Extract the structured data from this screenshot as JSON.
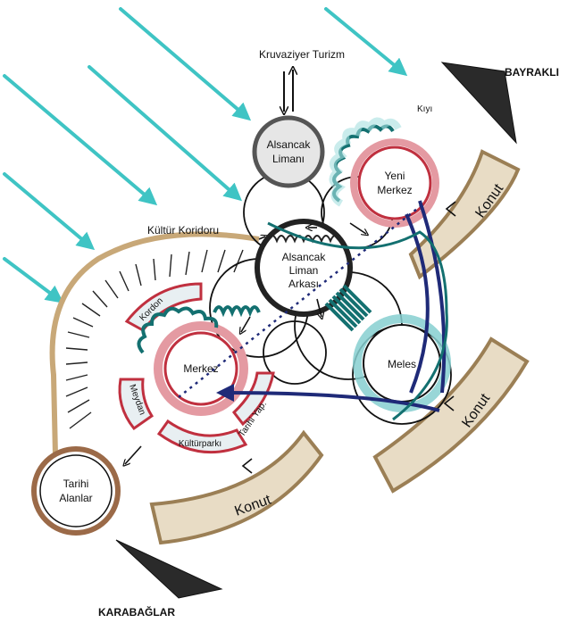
{
  "labels": {
    "bayrakli": "BAYRAKLI",
    "karabaglar": "KARABAĞLAR",
    "kruvaziyer": "Kruvaziyer Turizm",
    "kiyi": "Kıyı",
    "alsancak_limani_1": "Alsancak",
    "alsancak_limani_2": "Limanı",
    "yeni_merkez_1": "Yeni",
    "yeni_merkez_2": "Merkez",
    "kultur_koridoru": "Kültür Koridoru",
    "liman_arkasi_1": "Alsancak",
    "liman_arkasi_2": "Liman",
    "liman_arkasi_3": "Arkası",
    "merkez": "Merkez",
    "kordon": "Kordon",
    "meydan": "Meydan",
    "tarihi_yap": "Tarihi Yap.",
    "kulturparki": "Kültürparkı",
    "meles": "Meles",
    "tarihi_alanlar_1": "Tarihi",
    "tarihi_alanlar_2": "Alanlar",
    "konut": "Konut"
  },
  "colors": {
    "arrow_teal": "#3fc4c4",
    "tan": "#c8a878",
    "red": "#d84a5a",
    "navy": "#1f2a78",
    "dark_teal": "#137070",
    "brown": "#9b6a48",
    "line": "#1a1a1a"
  }
}
